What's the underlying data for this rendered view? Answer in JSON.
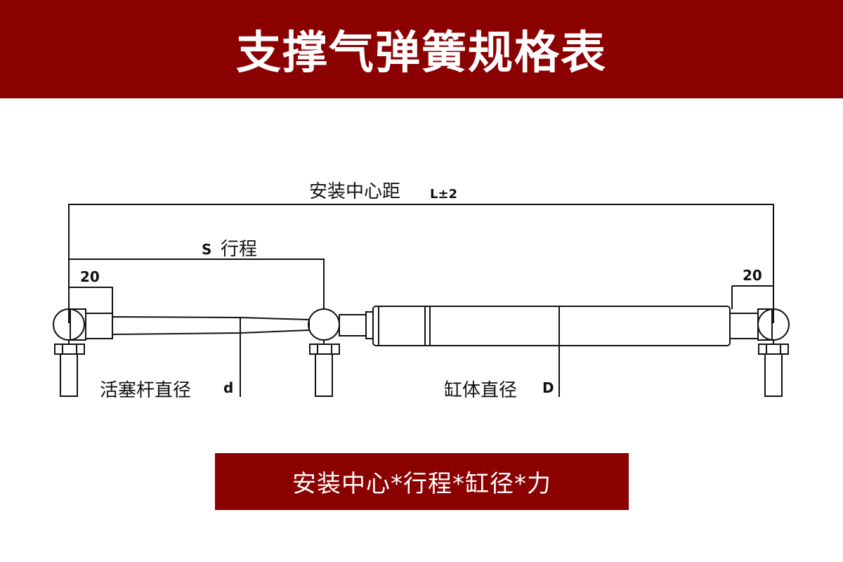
{
  "header": {
    "title": "支撑气弹簧规格表"
  },
  "diagram": {
    "install_center_label": "安装中心距",
    "install_center_tolerance": "L±2",
    "stroke_symbol": "S",
    "stroke_label": "行程",
    "left_end_dim": "20",
    "right_end_dim": "20",
    "rod_diameter_label": "活塞杆直径",
    "rod_diameter_symbol": "d",
    "cylinder_diameter_label": "缸体直径",
    "cylinder_diameter_symbol": "D"
  },
  "formula": {
    "text": "安装中心*行程*缸径*力"
  },
  "colors": {
    "brand": "#8b0000",
    "line": "#111111",
    "background": "#ffffff"
  }
}
